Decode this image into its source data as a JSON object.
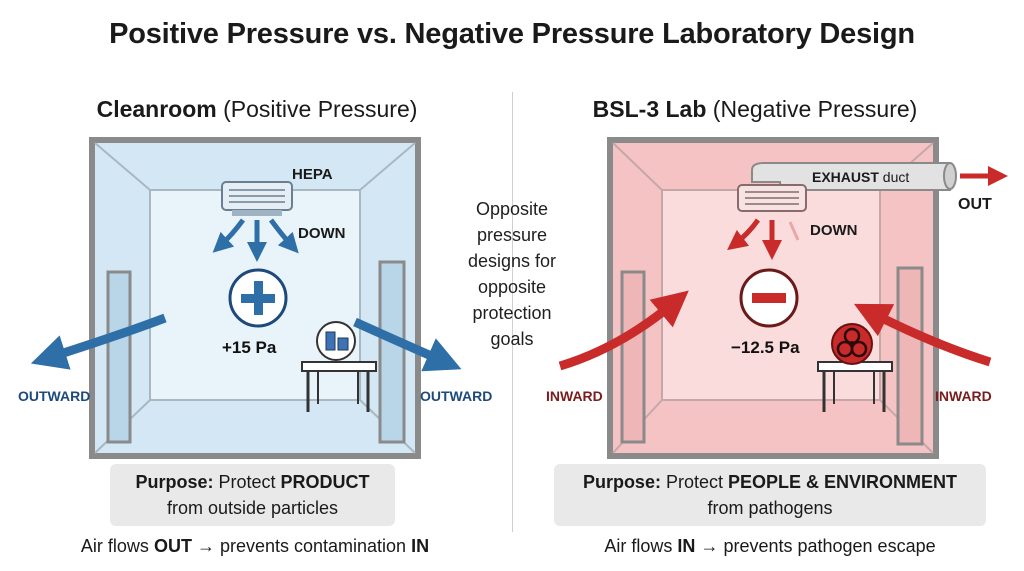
{
  "title": "Positive Pressure vs. Negative Pressure Laboratory Design",
  "center_note": {
    "lines": [
      "Opposite",
      "pressure",
      "designs for",
      "opposite",
      "protection",
      "goals"
    ]
  },
  "left": {
    "heading_bold": "Cleanroom",
    "heading_rest": "(Positive Pressure)",
    "hepa_label": "HEPA",
    "down_label": "DOWN",
    "pressure": "+15 Pa",
    "outward_left": "OUTWARD",
    "outward_right": "OUTWARD",
    "purpose_label": "Purpose:",
    "purpose_verb": "Protect",
    "purpose_object": "PRODUCT",
    "purpose_line2": "from outside particles",
    "flow_prefix": "Air flows",
    "flow_dir": "OUT",
    "flow_mid": "→ prevents contamination",
    "flow_end": "IN",
    "colors": {
      "room": "#cfe6f3",
      "arrow": "#2f6fa8",
      "wall": "#8a8a8a"
    }
  },
  "right": {
    "heading_bold": "BSL-3 Lab",
    "heading_rest": "(Negative Pressure)",
    "exhaust_bold": "EXHAUST",
    "exhaust_rest": "duct",
    "out_label": "OUT",
    "down_label": "DOWN",
    "pressure": "−12.5 Pa",
    "inward_left": "INWARD",
    "inward_right": "INWARD",
    "purpose_label": "Purpose:",
    "purpose_verb": "Protect",
    "purpose_object": "PEOPLE & ENVIRONMENT",
    "purpose_line2": "from pathogens",
    "flow_prefix": "Air flows",
    "flow_dir": "IN",
    "flow_mid": "→ prevents pathogen escape",
    "colors": {
      "room": "#f6c6c6",
      "arrow": "#c92a2a",
      "wall": "#8a8a8a"
    }
  }
}
